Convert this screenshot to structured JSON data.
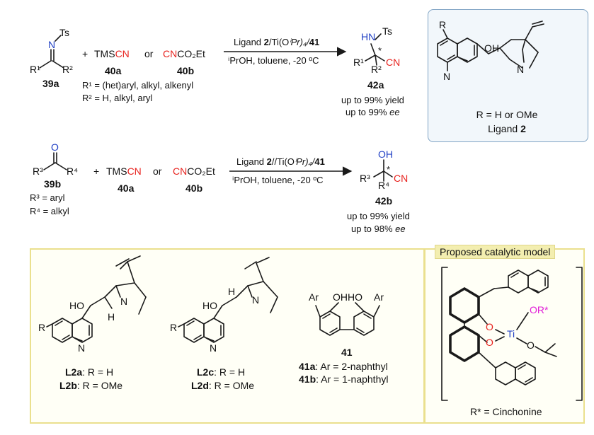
{
  "reaction1": {
    "sub_n_label": "N",
    "sub_ts_label": "Ts",
    "sub_r1": "R¹",
    "sub_r2": "R²",
    "sub_id": "39a",
    "plus": "+",
    "tms_prefix": "TMS",
    "cn": "CN",
    "or": "or",
    "cnco2et_prefix": "CN",
    "cnco2et_suffix": "CO₂Et",
    "reagent_a_id": "40a",
    "reagent_b_id": "40b",
    "cond_top_pre": "Ligand ",
    "cond_top_lig": "2",
    "cond_top_mid": "/Ti(O",
    "cond_top_ipr": "ⁱPr)₄/",
    "cond_top_41": "41",
    "cond_bottom": "ⁱPrOH, toluene, -20 ºC",
    "prod_hn": "HN",
    "prod_ts": "Ts",
    "prod_star": "*",
    "prod_r1": "R¹",
    "prod_r2": "R²",
    "prod_cn": "CN",
    "prod_id": "42a",
    "yield": "up to 99% yield",
    "ee_prefix": "up to 99% ",
    "ee_suffix": "ee",
    "r1_def": "R¹ = (het)aryl, alkyl, alkenyl",
    "r2_def": "R² = H, alkyl, aryl"
  },
  "ligand2": {
    "r": "R",
    "oh": "OH",
    "n_ring": "N",
    "n_quin": "N",
    "r_def": "R = H or OMe",
    "name_prefix": "Ligand ",
    "name_id": "2"
  },
  "reaction2": {
    "sub_o": "O",
    "sub_r3": "R³",
    "sub_r4": "R⁴",
    "sub_id": "39b",
    "plus": "+",
    "tms_prefix": "TMS",
    "cn": "CN",
    "or": "or",
    "cnco2et_prefix": "CN",
    "cnco2et_suffix": "CO₂Et",
    "reagent_a_id": "40a",
    "reagent_b_id": "40b",
    "cond_top_pre": "Ligand ",
    "cond_top_lig": "2",
    "cond_top_mid": "//Ti(O",
    "cond_top_ipr": "ⁱPr)₄/",
    "cond_top_41": "41",
    "cond_bottom": "ⁱPrOH, toluene, -20 ºC",
    "prod_oh": "OH",
    "prod_star": "*",
    "prod_r3": "R³",
    "prod_r4": "R⁴",
    "prod_cn": "CN",
    "prod_id": "42b",
    "yield": "up to 99% yield",
    "ee_prefix": "up to 98% ",
    "ee_suffix": "ee",
    "r3_def": "R³ = aryl",
    "r4_def": "R⁴ = alkyl"
  },
  "ligands_bottom": {
    "l2ab": {
      "ho": "HO",
      "h": "H",
      "n_ring": "N",
      "r": "R",
      "n_quin": "N",
      "a_id": "L2a",
      "a_def": ": R = H",
      "b_id": "L2b",
      "b_def": ": R = OMe"
    },
    "l2cd": {
      "h": "H",
      "ho": "HO",
      "n_ring": "N",
      "r": "R",
      "n_quin": "N",
      "c_id": "L2c",
      "c_def": ": R = H",
      "d_id": "L2d",
      "d_def": ": R = OMe"
    },
    "biphenol": {
      "ar_left": "Ar",
      "ar_right": "Ar",
      "ohho": "OHHO",
      "id": "41",
      "a_id": "41a",
      "a_def": ": Ar = 2-naphthyl",
      "b_id": "41b",
      "b_def": ": Ar = 1-naphthyl"
    }
  },
  "catalytic_model": {
    "title": "Proposed catalytic model",
    "o_top": "O",
    "o_bottom": "O",
    "ti": "Ti",
    "or_star": "OR*",
    "o_ipr": "O",
    "footer": "R* = Cinchonine"
  },
  "colors": {
    "red": "#e8231f",
    "blue": "#1f3fc4",
    "magenta": "#e11fd8",
    "box_border": "#7fa3c4",
    "box_fill": "#f2f7fb",
    "yellow_border": "#eae08e"
  }
}
